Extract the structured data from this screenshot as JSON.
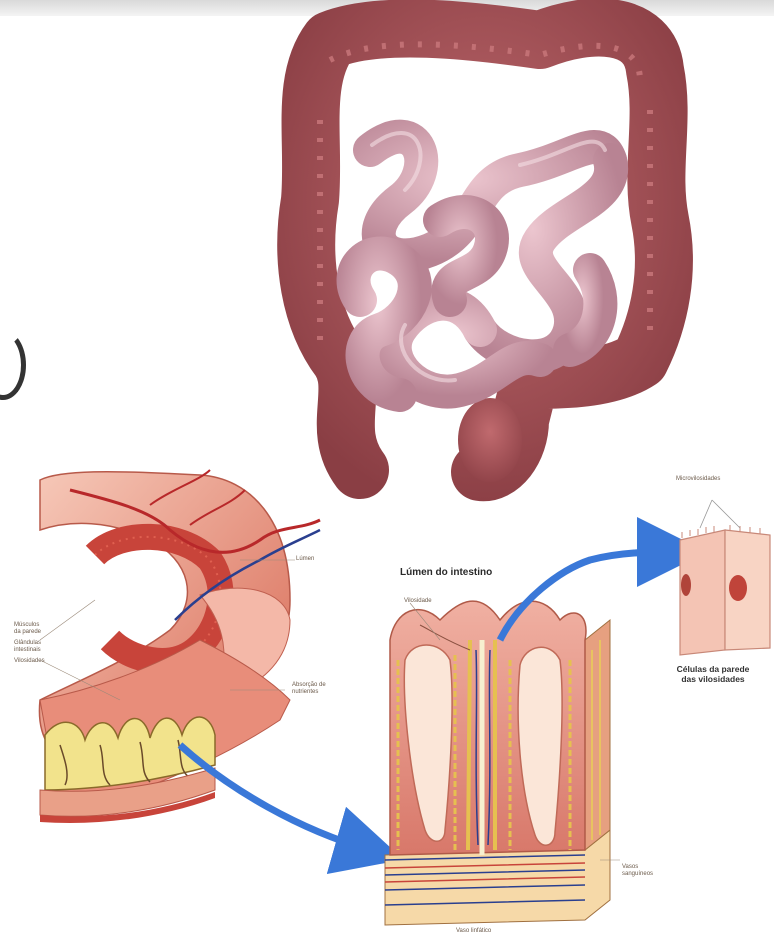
{
  "labels": {
    "lumen_title": "Lúmen do intestino",
    "cell_title_line1": "Células da parede",
    "cell_title_line2": "das vilosidades",
    "microvilli": "Microvilosidades",
    "lumen_small": "Lúmen",
    "muscle_line1": "Músculos",
    "muscle_line2": "da parede",
    "glands_line1": "Glândulas",
    "glands_line2": "intestinais",
    "villi": "Vilosidades",
    "absorption_line1": "Absorção de",
    "absorption_line2": "nutrientes",
    "villus_label": "Vilosidade",
    "blood_vessels_line1": "Vasos",
    "blood_vessels_line2": "sanguíneos",
    "lymph_vessel": "Vaso linfático"
  },
  "colors": {
    "large_intestine": "#a8545a",
    "small_intestine": "#d7a6b2",
    "tissue_pink": "#e8a090",
    "tissue_red": "#c8443a",
    "gland_yellow": "#f2e38c",
    "vessel_blue": "#2a3f8f",
    "arrow_blue": "#3a78d8"
  }
}
